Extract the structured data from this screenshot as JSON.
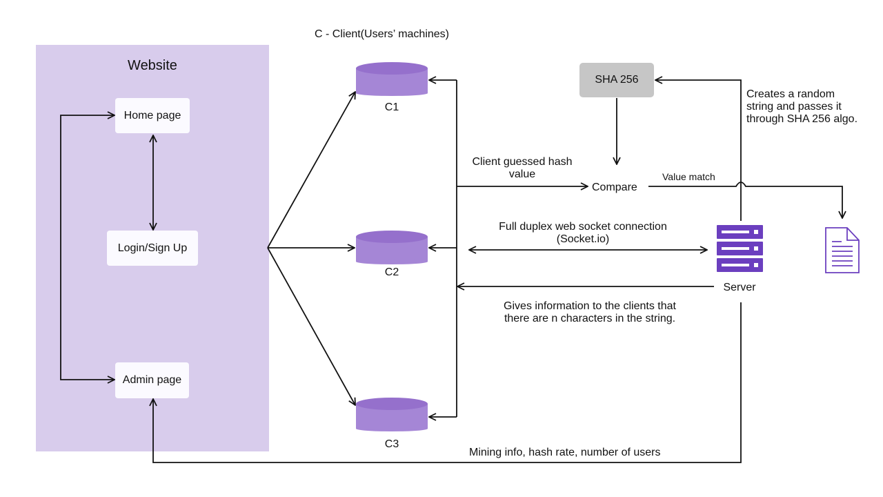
{
  "website": {
    "title": "Website",
    "home": "Home page",
    "login": "Login/Sign Up",
    "admin": "Admin page"
  },
  "clients": {
    "title": "C - Client(Users’ machines)",
    "c1": "C1",
    "c2": "C2",
    "c3": "C3"
  },
  "sha_box": "SHA 256",
  "compare": "Compare",
  "server": "Server",
  "labels": {
    "guessed_line1": "Client guessed hash",
    "guessed_line2": "value",
    "value_match": "Value match",
    "creates_line1": "Creates a random",
    "creates_line2": "string and passes it",
    "creates_line3": "through SHA 256 algo.",
    "duplex_line1": "Full duplex web socket connection",
    "duplex_line2": "(Socket.io)",
    "gives_line1": "Gives information to the clients that",
    "gives_line2": "there are n characters in the string.",
    "mining": "Mining info, hash rate, number of users"
  },
  "colors": {
    "panel": "#d8ccec",
    "cylinder": "#a586d6",
    "cylinder_top": "#9570cc",
    "server_icon": "#6b3fbf",
    "sha_box": "#c6c6c6"
  },
  "icons": {
    "server": "server-rack-icon",
    "document": "document-icon"
  }
}
